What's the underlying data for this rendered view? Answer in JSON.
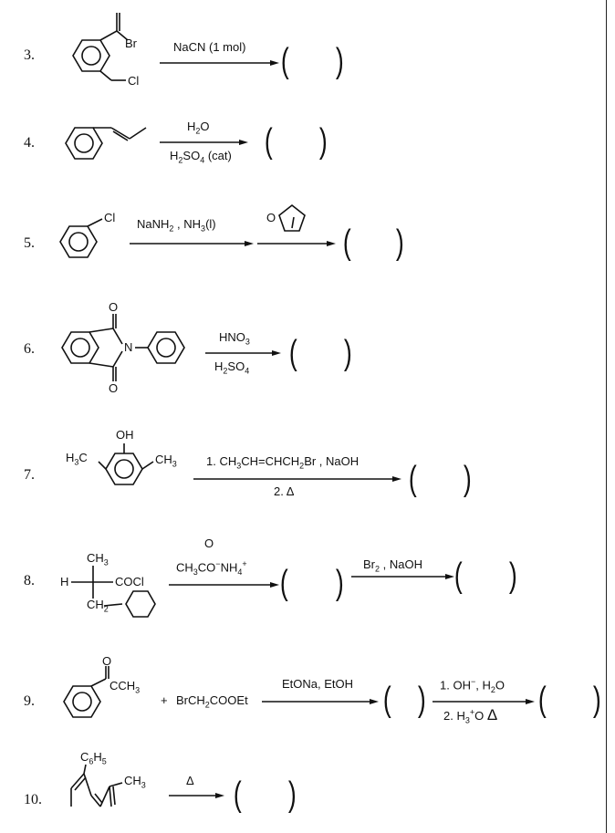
{
  "problems": [
    {
      "number": "3.",
      "reagent_top": "NaCN (1 mol)",
      "substituents": [
        "Br",
        "Cl"
      ]
    },
    {
      "number": "4.",
      "reagent_top": "H",
      "reagent_top_sub": "2",
      "reagent_top_tail": "O",
      "reagent_bottom": "H",
      "reagent_bottom_sub1": "2",
      "reagent_bottom_mid": "SO",
      "reagent_bottom_sub2": "4",
      "reagent_bottom_tail": " (cat)"
    },
    {
      "number": "5.",
      "substituent": "Cl",
      "reagent_top": "NaNH",
      "reagent_top_sub": "2",
      "reagent_top_mid": " , NH",
      "reagent_top_sub2": "3",
      "reagent_top_tail": "(l)",
      "second_reagent": "O"
    },
    {
      "number": "6.",
      "atoms": [
        "O",
        "O",
        "N"
      ],
      "reagent_top": "HNO",
      "reagent_top_sub": "3",
      "reagent_bottom": "H",
      "reagent_bottom_sub1": "2",
      "reagent_bottom_mid": "SO",
      "reagent_bottom_sub2": "4"
    },
    {
      "number": "7.",
      "atoms": [
        "OH",
        "H",
        "3",
        "C",
        "CH",
        "3"
      ],
      "reagent_top": "1.  CH",
      "reagent_top_sub": "3",
      "reagent_top_mid": "CH=CHCH",
      "reagent_top_sub2": "2",
      "reagent_top_tail": "Br , NaOH",
      "reagent_bottom": "2.",
      "reagent_bottom_symbol": "Δ"
    },
    {
      "number": "8.",
      "atoms": [
        "CH",
        "3",
        "H",
        "COCl",
        "CH",
        "2"
      ],
      "reagent1_carbonyl": "O",
      "reagent1": "CH",
      "reagent1_sub": "3",
      "reagent1_mid": "CO",
      "reagent1_sup": "−",
      "reagent1_tail": "NH",
      "reagent1_sub2": "4",
      "reagent1_sup2": "+",
      "reagent2": "Br",
      "reagent2_sub": "2",
      "reagent2_tail": " , NaOH"
    },
    {
      "number": "9.",
      "atoms": [
        "O",
        "CCH",
        "3"
      ],
      "plus": "+",
      "coreactant": "BrCH",
      "coreactant_sub": "2",
      "coreactant_tail": "COOEt",
      "reagent1": "EtONa, EtOH",
      "reagent2_top": "1. OH",
      "reagent2_top_sup": "−",
      "reagent2_top_mid": ", H",
      "reagent2_top_sub": "2",
      "reagent2_top_tail": "O",
      "reagent2_bottom": "2. H",
      "reagent2_bottom_sub": "3",
      "reagent2_bottom_sup": "+",
      "reagent2_bottom_tail": "O",
      "reagent2_bottom_symbol": "Δ"
    },
    {
      "number": "10.",
      "atoms": [
        "C",
        "6",
        "H",
        "5",
        "CH",
        "3"
      ],
      "reagent_top": "Δ"
    }
  ],
  "parentheses": [
    "(",
    ")"
  ]
}
